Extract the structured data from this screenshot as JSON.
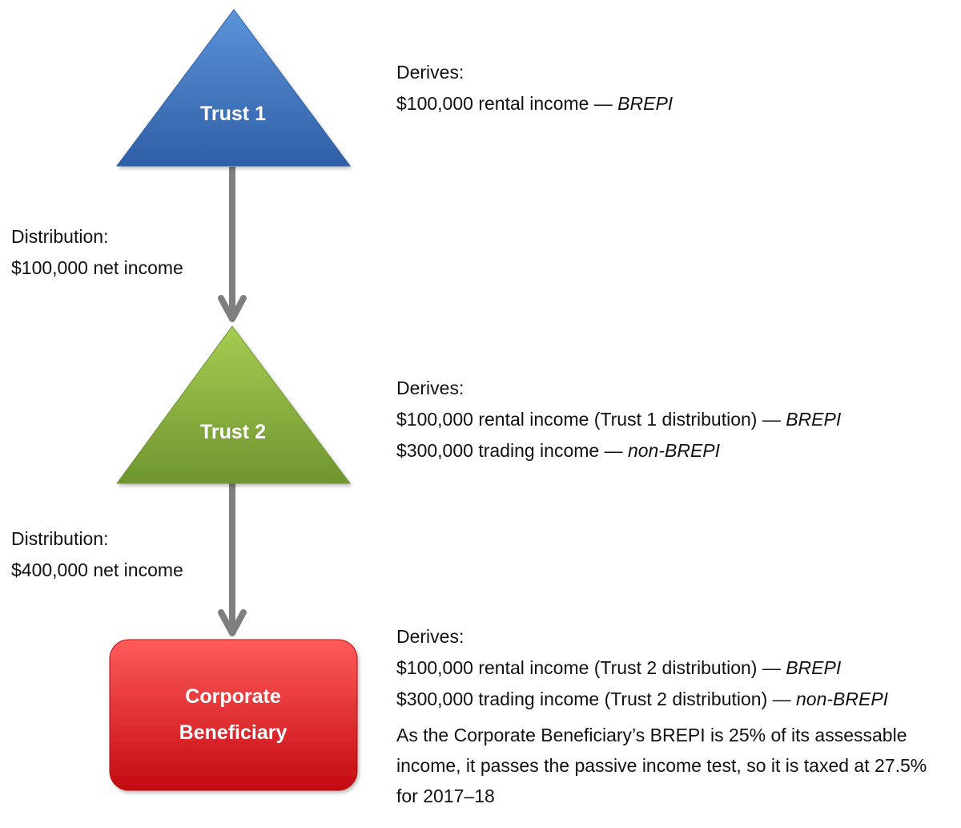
{
  "nodes": {
    "trust1": {
      "label": "Trust 1"
    },
    "trust2": {
      "label": "Trust 2"
    },
    "corporate": {
      "label_line1": "Corporate",
      "label_line2": "Beneficiary"
    }
  },
  "distributions": [
    {
      "heading": "Distribution:",
      "amount": "$100,000 net income"
    },
    {
      "heading": "Distribution:",
      "amount": "$400,000 net income"
    }
  ],
  "derives": {
    "trust1": {
      "heading": "Derives:",
      "lines": [
        {
          "text": "$100,000 rental income — ",
          "tag": "BREPI"
        }
      ]
    },
    "trust2": {
      "heading": "Derives:",
      "lines": [
        {
          "text": "$100,000 rental income (Trust 1 distribution) — ",
          "tag": "BREPI"
        },
        {
          "text": "$300,000 trading income — ",
          "tag": "non-BREPI"
        }
      ]
    },
    "corporate": {
      "heading": "Derives:",
      "lines": [
        {
          "text": "$100,000 rental income (Trust 2 distribution) — ",
          "tag": "BREPI"
        },
        {
          "text": "$300,000 trading income (Trust 2 distribution) — ",
          "tag": "non-BREPI"
        }
      ],
      "conclusion": "As the Corporate Beneficiary’s BREPI is 25% of its assessable income, it passes the passive income test, so it is taxed at 27.5% for 2017–18"
    }
  },
  "colors": {
    "trust1": "#3a6fba",
    "trust2": "#7fa63a",
    "corporate": "#e0222a",
    "arrow": "#7f7f7f"
  }
}
